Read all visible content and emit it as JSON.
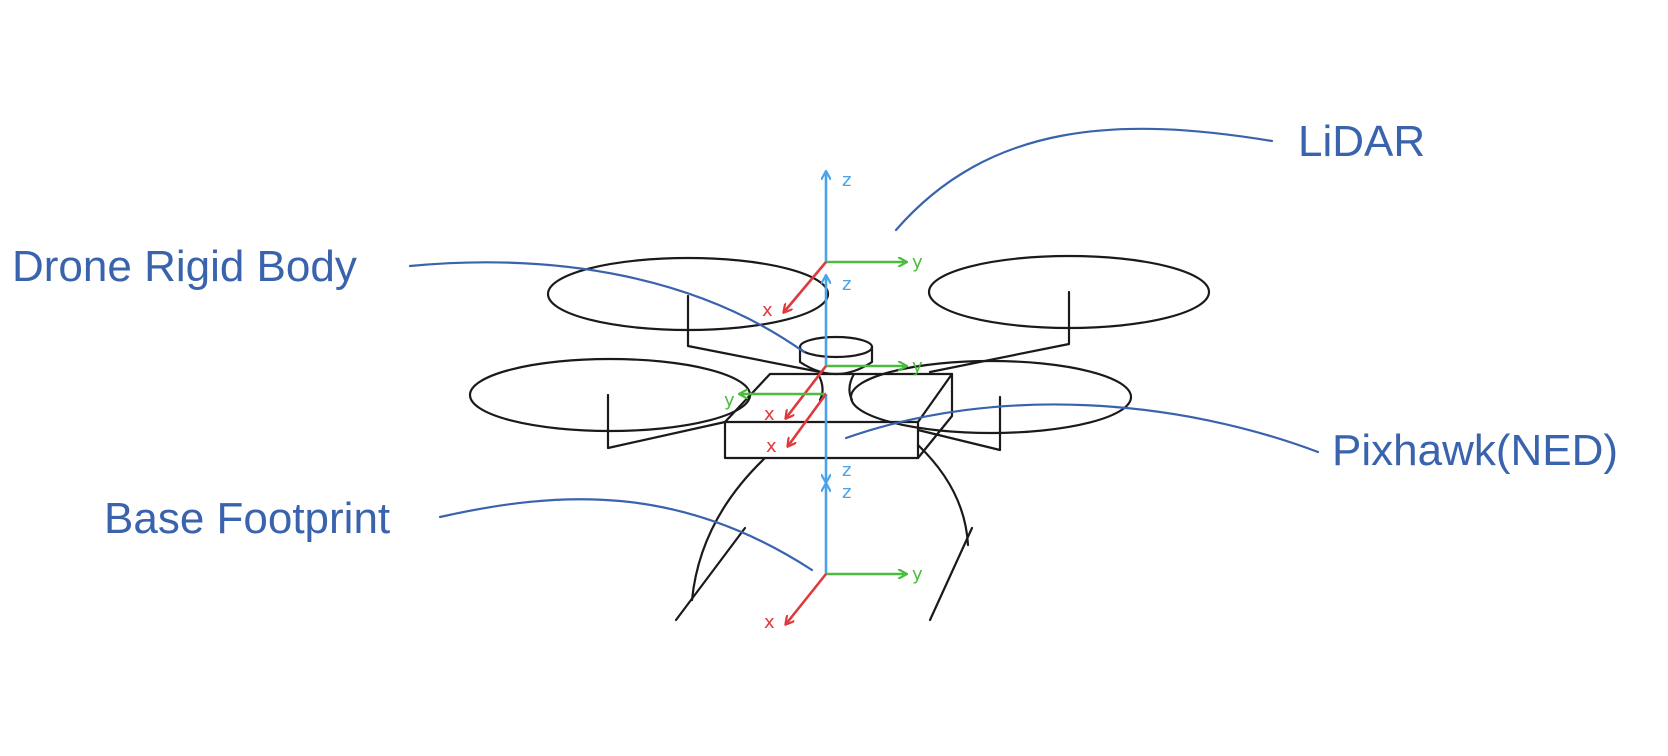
{
  "labels": {
    "lidar": "LiDAR",
    "drone_rigid_body": "Drone Rigid Body",
    "pixhawk": "Pixhawk(NED)",
    "base_footprint": "Base Footprint"
  },
  "axes": {
    "x": "x",
    "y": "y",
    "z": "z"
  },
  "colors": {
    "label": "#3a63ad",
    "leader": "#3a63ad",
    "x_axis": "#e0393c",
    "y_axis": "#4cbb3f",
    "z_axis": "#4aa3ea",
    "drawing": "#1a1a1a"
  },
  "frames": [
    {
      "name": "lidar-frame",
      "axes": [
        "x",
        "y",
        "z"
      ]
    },
    {
      "name": "drone-rigid-body-frame",
      "axes": [
        "x",
        "y",
        "z"
      ]
    },
    {
      "name": "pixhawk-ned-frame",
      "axes": [
        "x",
        "y",
        "z"
      ]
    },
    {
      "name": "base-footprint-frame",
      "axes": [
        "x",
        "y",
        "z"
      ]
    }
  ]
}
